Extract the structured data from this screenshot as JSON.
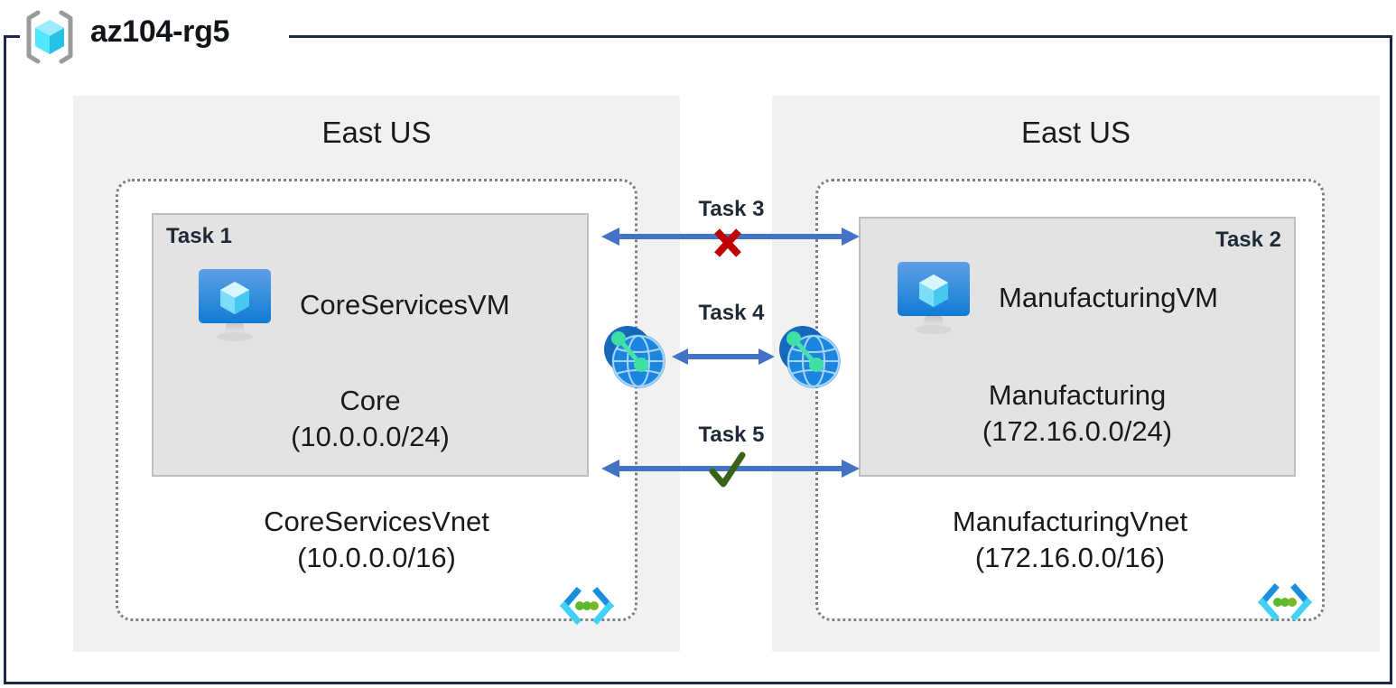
{
  "diagram": {
    "resource_group": {
      "name": "az104-rg5",
      "icon": "resource-group-icon"
    },
    "regions": [
      {
        "id": "left",
        "label": "East US"
      },
      {
        "id": "right",
        "label": "East US"
      }
    ],
    "vnets": [
      {
        "id": "core",
        "name": "CoreServicesVnet",
        "cidr": "(10.0.0.0/16)",
        "icon": "virtual-network-icon",
        "subnet": {
          "task_tag": "Task 1",
          "task_tag_align": "left",
          "name": "Core",
          "cidr": "(10.0.0.0/24)",
          "vm": {
            "name": "CoreServicesVM",
            "icon": "virtual-machine-icon"
          }
        }
      },
      {
        "id": "manufacturing",
        "name": "ManufacturingVnet",
        "cidr": "(172.16.0.0/16)",
        "icon": "virtual-network-icon",
        "subnet": {
          "task_tag": "Task 2",
          "task_tag_align": "right",
          "name": "Manufacturing",
          "cidr": "(172.16.0.0/24)",
          "vm": {
            "name": "ManufacturingVM",
            "icon": "virtual-machine-icon"
          }
        }
      }
    ],
    "connections": [
      {
        "id": "task3",
        "label": "Task 3",
        "status": "blocked",
        "status_icon": "red-x-icon",
        "arrow": "double-headed-arrow"
      },
      {
        "id": "task4",
        "label": "Task 4",
        "status": "peering",
        "status_icon": "peering-globe-icon",
        "arrow": "double-headed-arrow"
      },
      {
        "id": "task5",
        "label": "Task 5",
        "status": "allowed",
        "status_icon": "green-check-icon",
        "arrow": "double-headed-arrow"
      }
    ],
    "colors": {
      "frame": "#1b2a4a",
      "region_bg": "#f1f1f1",
      "subnet_bg": "#e3e3e3",
      "arrow": "#4472c4",
      "blocked": "#c00000",
      "allowed": "#376318",
      "azure_blue": "#0078d4",
      "accent_cyan": "#50e6ff",
      "accent_green": "#5bd98a"
    }
  }
}
